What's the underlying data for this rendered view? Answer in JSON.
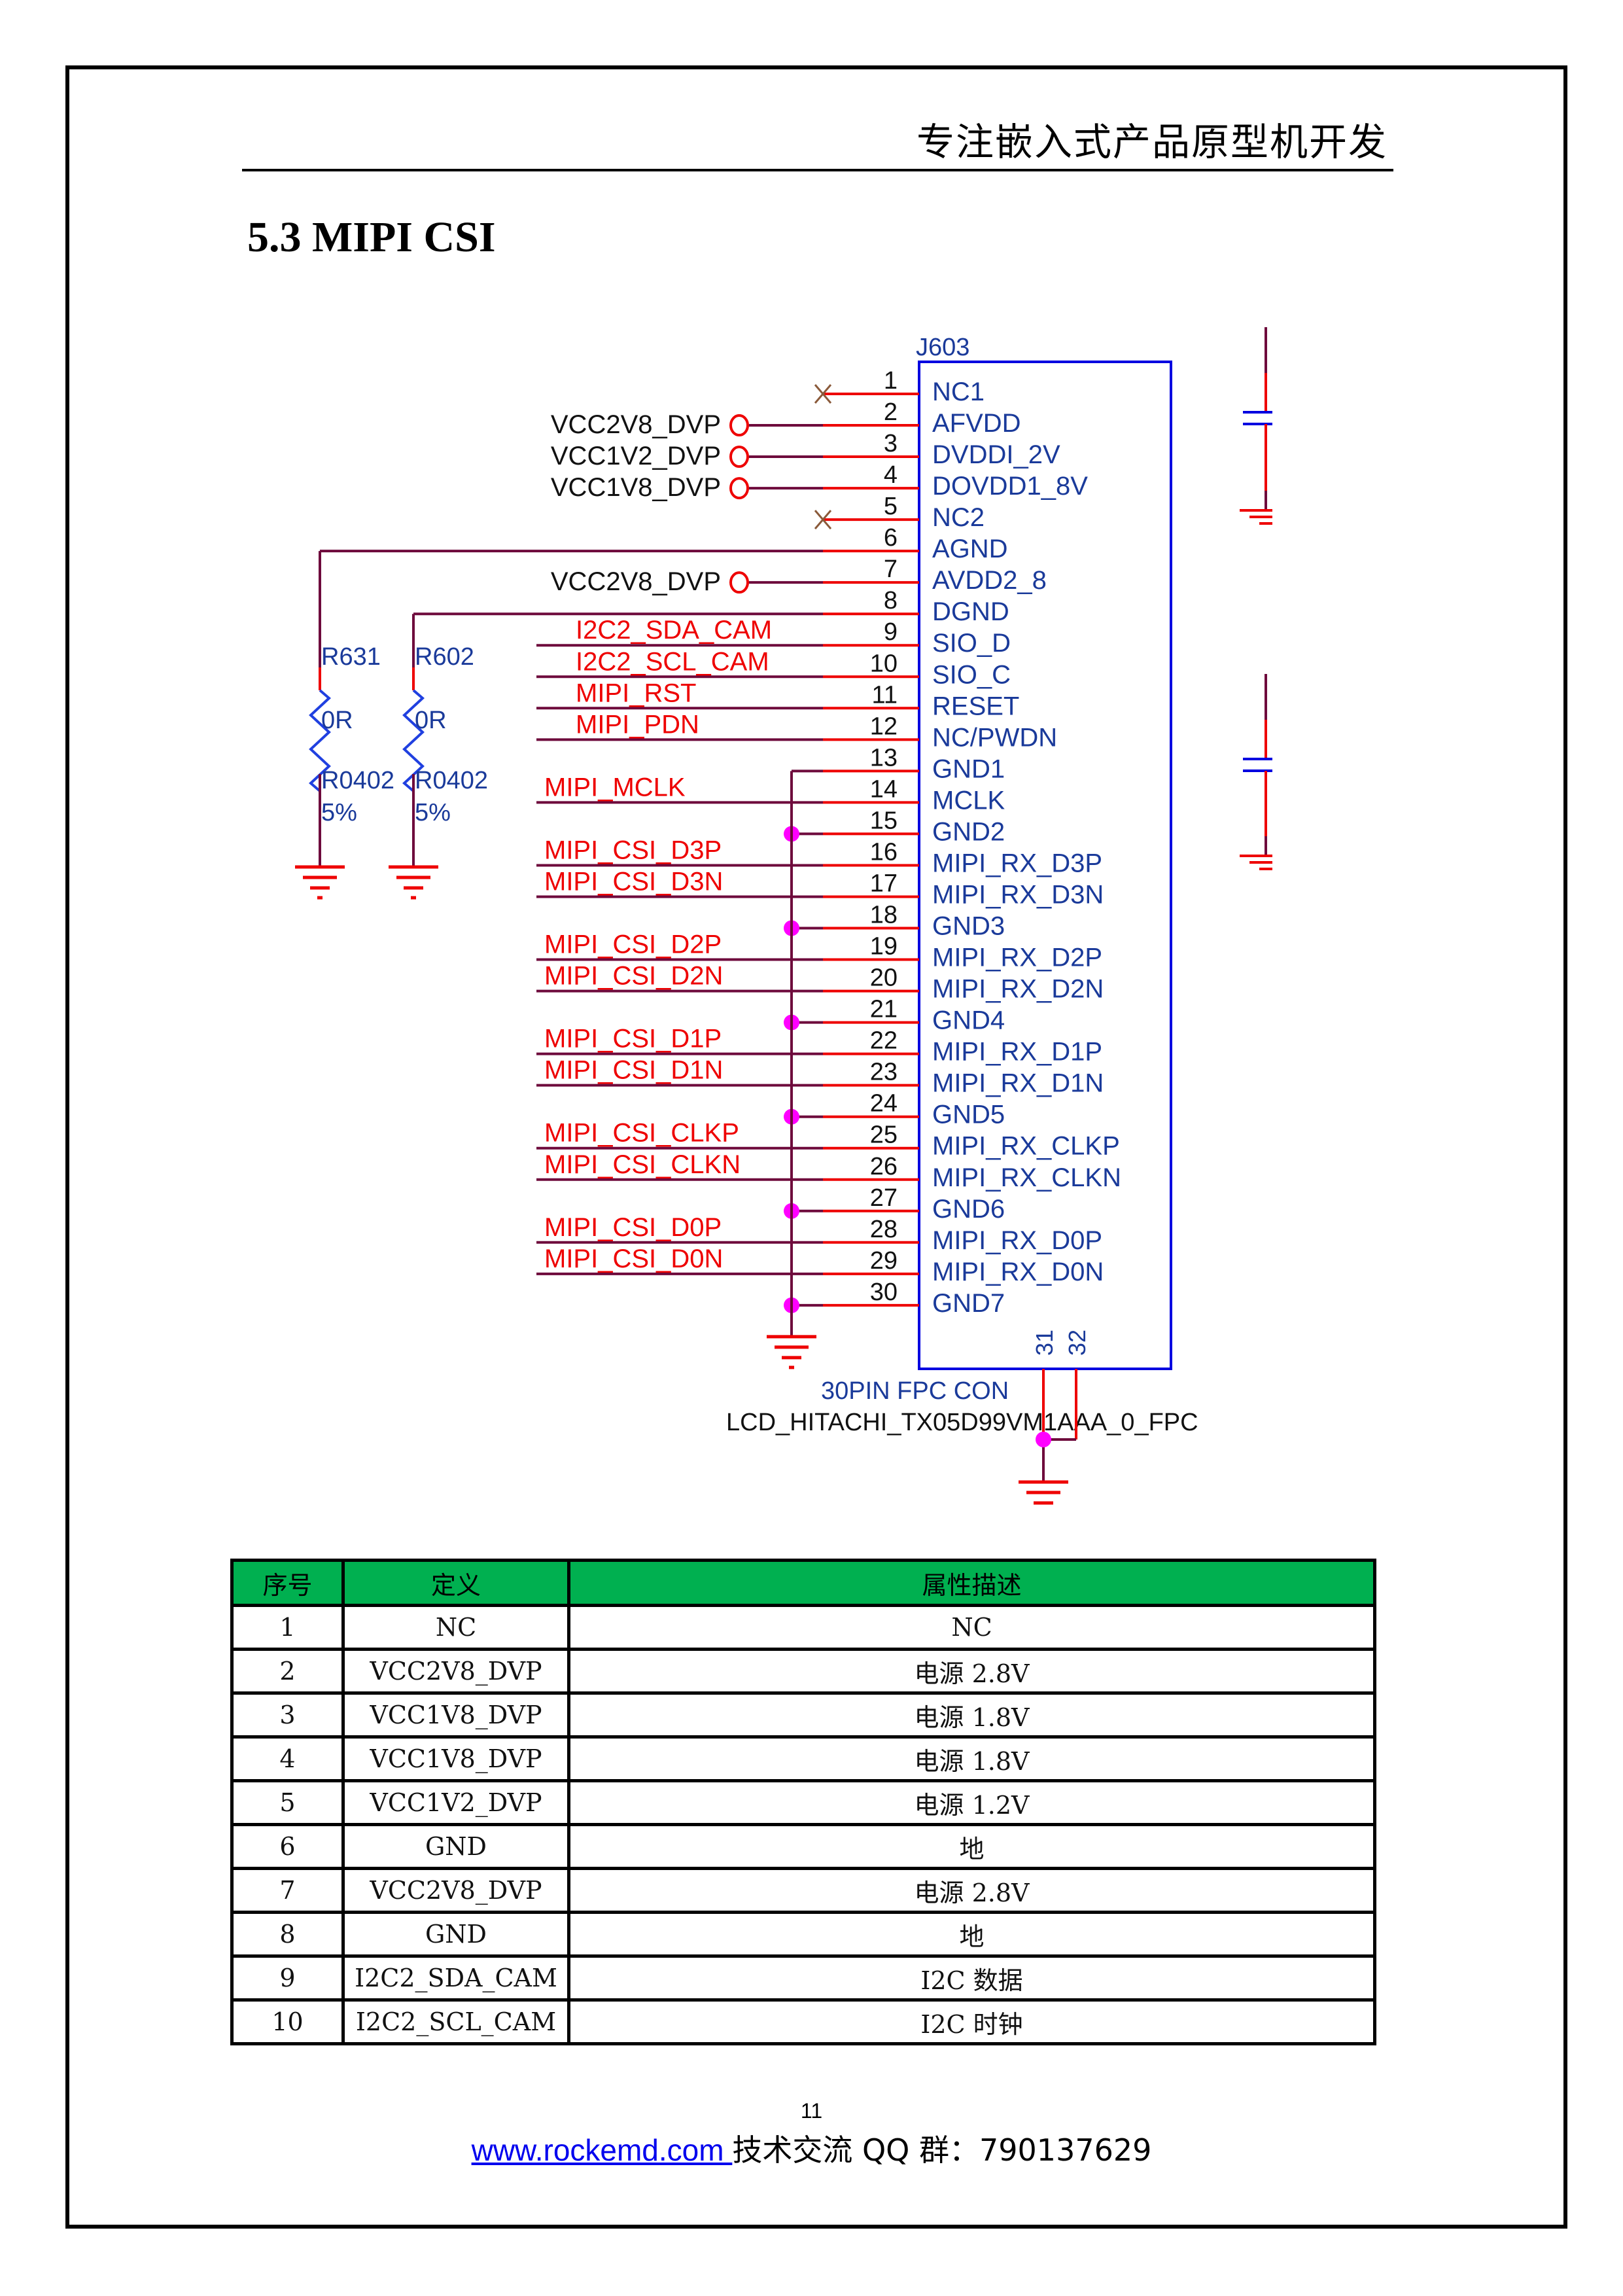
{
  "header": {
    "tagline": "专注嵌入式产品原型机开发"
  },
  "section_title": "5.3 MIPI CSI",
  "schematic": {
    "connector_ref": "J603",
    "connector_desc": "30PIN FPC CON",
    "connector_part": "LCD_HITACHI_TX05D99VM1AAA_0_FPC",
    "pins": [
      {
        "num": "1",
        "name": "NC1",
        "net": "",
        "conn": "nc"
      },
      {
        "num": "2",
        "name": "AFVDD",
        "net": "VCC2V8_DVP",
        "conn": "power"
      },
      {
        "num": "3",
        "name": "DVDDI_2V",
        "net": "VCC1V2_DVP",
        "conn": "power"
      },
      {
        "num": "4",
        "name": "DOVDD1_8V",
        "net": "VCC1V8_DVP",
        "conn": "power"
      },
      {
        "num": "5",
        "name": "NC2",
        "net": "",
        "conn": "nc"
      },
      {
        "num": "6",
        "name": "AGND",
        "net": "",
        "conn": "r631"
      },
      {
        "num": "7",
        "name": "AVDD2_8",
        "net": "VCC2V8_DVP",
        "conn": "power"
      },
      {
        "num": "8",
        "name": "DGND",
        "net": "",
        "conn": "r602"
      },
      {
        "num": "9",
        "name": "SIO_D",
        "net": "I2C2_SDA_CAM",
        "conn": "signal-short"
      },
      {
        "num": "10",
        "name": "SIO_C",
        "net": "I2C2_SCL_CAM",
        "conn": "signal-short"
      },
      {
        "num": "11",
        "name": "RESET",
        "net": "MIPI_RST",
        "conn": "signal-short"
      },
      {
        "num": "12",
        "name": "NC/PWDN",
        "net": "MIPI_PDN",
        "conn": "signal-short"
      },
      {
        "num": "13",
        "name": "GND1",
        "net": "",
        "conn": "gnd-top"
      },
      {
        "num": "14",
        "name": "MCLK",
        "net": "MIPI_MCLK",
        "conn": "signal"
      },
      {
        "num": "15",
        "name": "GND2",
        "net": "",
        "conn": "gnd"
      },
      {
        "num": "16",
        "name": "MIPI_RX_D3P",
        "net": "MIPI_CSI_D3P",
        "conn": "signal"
      },
      {
        "num": "17",
        "name": "MIPI_RX_D3N",
        "net": "MIPI_CSI_D3N",
        "conn": "signal"
      },
      {
        "num": "18",
        "name": "GND3",
        "net": "",
        "conn": "gnd"
      },
      {
        "num": "19",
        "name": "MIPI_RX_D2P",
        "net": "MIPI_CSI_D2P",
        "conn": "signal"
      },
      {
        "num": "20",
        "name": "MIPI_RX_D2N",
        "net": "MIPI_CSI_D2N",
        "conn": "signal"
      },
      {
        "num": "21",
        "name": "GND4",
        "net": "",
        "conn": "gnd"
      },
      {
        "num": "22",
        "name": "MIPI_RX_D1P",
        "net": "MIPI_CSI_D1P",
        "conn": "signal"
      },
      {
        "num": "23",
        "name": "MIPI_RX_D1N",
        "net": "MIPI_CSI_D1N",
        "conn": "signal"
      },
      {
        "num": "24",
        "name": "GND5",
        "net": "",
        "conn": "gnd"
      },
      {
        "num": "25",
        "name": "MIPI_RX_CLKP",
        "net": "MIPI_CSI_CLKP",
        "conn": "signal"
      },
      {
        "num": "26",
        "name": "MIPI_RX_CLKN",
        "net": "MIPI_CSI_CLKN",
        "conn": "signal"
      },
      {
        "num": "27",
        "name": "GND6",
        "net": "",
        "conn": "gnd"
      },
      {
        "num": "28",
        "name": "MIPI_RX_D0P",
        "net": "MIPI_CSI_D0P",
        "conn": "signal"
      },
      {
        "num": "29",
        "name": "MIPI_RX_D0N",
        "net": "MIPI_CSI_D0N",
        "conn": "signal"
      },
      {
        "num": "30",
        "name": "GND7",
        "net": "",
        "conn": "gnd"
      }
    ],
    "shield_pins": [
      "31",
      "32"
    ],
    "resistors": [
      {
        "ref": "R631",
        "value": "0R",
        "package": "R0402",
        "tolerance": "5%"
      },
      {
        "ref": "R602",
        "value": "0R",
        "package": "R0402",
        "tolerance": "5%"
      }
    ]
  },
  "table": {
    "headers": [
      "序号",
      "定义",
      "属性描述"
    ],
    "rows": [
      [
        "1",
        "NC",
        "NC"
      ],
      [
        "2",
        "VCC2V8_DVP",
        "电源 2.8V"
      ],
      [
        "3",
        "VCC1V8_DVP",
        "电源 1.8V"
      ],
      [
        "4",
        "VCC1V8_DVP",
        "电源 1.8V"
      ],
      [
        "5",
        "VCC1V2_DVP",
        "电源 1.2V"
      ],
      [
        "6",
        "GND",
        "地"
      ],
      [
        "7",
        "VCC2V8_DVP",
        "电源 2.8V"
      ],
      [
        "8",
        "GND",
        "地"
      ],
      [
        "9",
        "I2C2_SDA_CAM",
        "I2C 数据"
      ],
      [
        "10",
        "I2C2_SCL_CAM",
        "I2C 时钟"
      ]
    ]
  },
  "footer": {
    "page_number": "11",
    "link_text": "www.rockemd.com ",
    "contact_text": "技术交流 QQ 群：790137629"
  },
  "colors": {
    "table_header_bg": "#00b050",
    "net_label_red": "#ff0000",
    "pin_name_blue": "#1a3a9a",
    "box_blue": "#0000e0",
    "wire": "#6e0a3c",
    "junction": "#ff00ff",
    "link": "#0000ee"
  }
}
